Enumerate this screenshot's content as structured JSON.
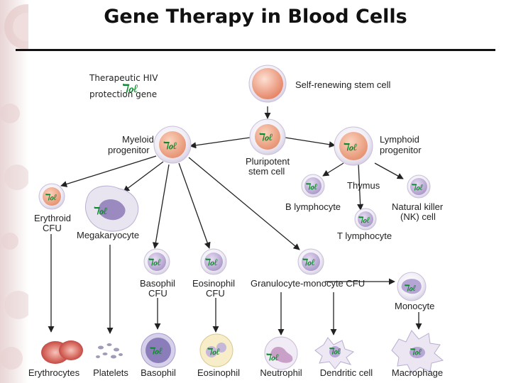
{
  "title": "Gene Therapy in Blood Cells",
  "gene_glyph": "ℸℴℓ",
  "legend": {
    "line1": "Therapeutic HIV",
    "line2": "protection gene"
  },
  "nodes": {
    "stem_cell": "Self-renewing stem cell",
    "myeloid_1": "Myeloid",
    "myeloid_2": "progenitor",
    "pluripotent_1": "Pluripotent",
    "pluripotent_2": "stem cell",
    "lymphoid_1": "Lymphoid",
    "lymphoid_2": "progenitor",
    "thymus": "Thymus",
    "b_lymphocyte": "B lymphocyte",
    "nk_1": "Natural killer",
    "nk_2": "(NK) cell",
    "t_lymphocyte": "T lymphocyte",
    "erythroid_1": "Erythroid",
    "erythroid_2": "CFU",
    "megakaryocyte": "Megakaryocyte",
    "basophil_cfu_1": "Basophil",
    "basophil_cfu_2": "CFU",
    "eosinophil_cfu_1": "Eosinophil",
    "eosinophil_cfu_2": "CFU",
    "gm_cfu": "Granulocyte-monocyte CFU",
    "monocyte": "Monocyte"
  },
  "bottom_row": [
    "Erythrocytes",
    "Platelets",
    "Basophil",
    "Eosinophil",
    "Neutrophil",
    "Dendritic cell",
    "Macrophage"
  ],
  "colors": {
    "gene": "#0a8a2a",
    "nucleus": "#f0a080",
    "cell_edge": "#c8c0d8"
  }
}
